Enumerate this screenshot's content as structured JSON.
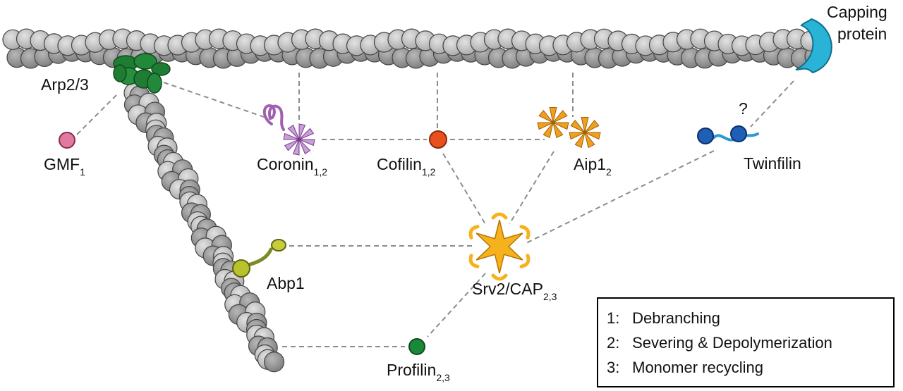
{
  "labels": {
    "arp23": "Arp2/3",
    "gmf": {
      "main": "GMF",
      "sub": "1"
    },
    "coronin": {
      "main": "Coronin",
      "sub": "1,2"
    },
    "cofilin": {
      "main": "Cofilin",
      "sub": "1,2"
    },
    "aip1": {
      "main": "Aip1",
      "sub": "2"
    },
    "twinfilin": "Twinfilin",
    "capping_line1": "Capping",
    "capping_line2": "protein",
    "question": "?",
    "abp1": "Abp1",
    "srv2": {
      "main": "Srv2/CAP",
      "sub": "2,3"
    },
    "profilin": {
      "main": "Profilin",
      "sub": "2,3"
    }
  },
  "legend": {
    "items": [
      {
        "num": "1:",
        "text": "Debranching"
      },
      {
        "num": "2:",
        "text": "Severing & Depolymerization"
      },
      {
        "num": "3:",
        "text": "Monomer recycling"
      }
    ]
  },
  "colors": {
    "actin_light": "#c4c4c4",
    "actin_dark": "#8f8f8f",
    "arp": "#1e7d33",
    "gmf": "#e07aa0",
    "coronin": "#a060b0",
    "cofilin": "#e8501e",
    "aip1": "#f0a020",
    "twinfilin": "#1f5fb5",
    "capping": "#29b3d6",
    "abp1": "#b8c22c",
    "srv2": "#f6b21c",
    "profilin": "#1a8a3a"
  }
}
